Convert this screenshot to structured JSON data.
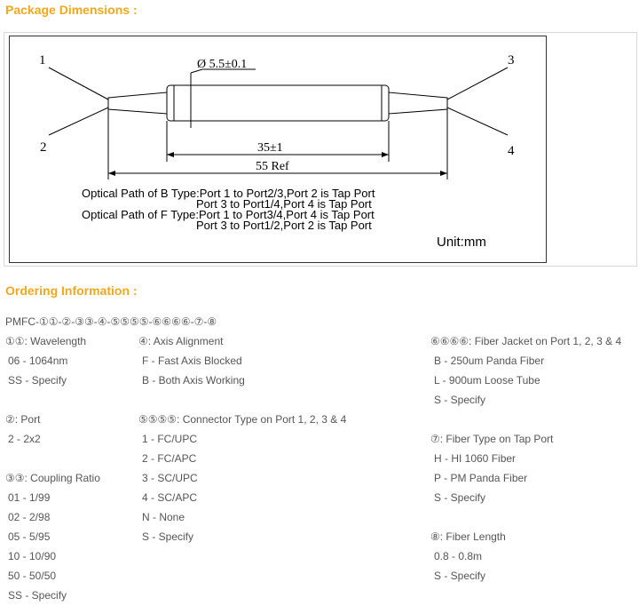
{
  "package_title": "Package Dimensions :",
  "drawing": {
    "port_labels": [
      "1",
      "2",
      "3",
      "4"
    ],
    "diameter_label": "Ø 5.5±0.1",
    "length_35": "35±1",
    "length_55": "55 Ref",
    "optical_path_lines": [
      "Optical Path of B Type:Port 1 to Port2/3,Port 2 is Tap Port",
      "Port 3 to Port1/4,Port 4 is Tap Port",
      "Optical Path of F Type:Port 1 to Port3/4,Port 4 is Tap Port",
      "Port 3 to Port1/2,Port 2 is Tap Port"
    ],
    "unit": "Unit:mm"
  },
  "ordering_title": "Ordering Information :",
  "part_code": "PMFC-①①-②-③③-④-⑤⑤⑤⑤-⑥⑥⑥⑥-⑦-⑧",
  "col1": {
    "wavelength": {
      "header": "①①: Wavelength",
      "items": [
        "06 - 1064nm",
        "SS - Specify"
      ]
    },
    "port": {
      "header": "②: Port",
      "items": [
        "2 - 2x2"
      ]
    },
    "coupling": {
      "header": "③③: Coupling Ratio",
      "items": [
        "01 - 1/99",
        "02 - 2/98",
        "05 - 5/95",
        "10 - 10/90",
        "50 - 50/50",
        "SS - Specify"
      ]
    }
  },
  "col2": {
    "axis": {
      "header": "④: Axis Alignment",
      "items": [
        "F - Fast Axis Blocked",
        "B - Both Axis Working"
      ]
    },
    "connector": {
      "header": "⑤⑤⑤⑤: Connector Type on Port 1, 2, 3 & 4",
      "items": [
        "1 - FC/UPC",
        "2 - FC/APC",
        "3 - SC/UPC",
        "4 - SC/APC",
        "N - None",
        "S - Specify"
      ]
    }
  },
  "col3": {
    "jacket": {
      "header": "⑥⑥⑥⑥: Fiber Jacket on Port 1, 2, 3 & 4",
      "items": [
        "B - 250um Panda Fiber",
        "L - 900um Loose Tube",
        "S - Specify"
      ]
    },
    "tap_fiber": {
      "header": "⑦: Fiber Type on Tap Port",
      "items": [
        "H - HI 1060 Fiber",
        "P - PM Panda Fiber",
        "S - Specify"
      ]
    },
    "length": {
      "header": "⑧: Fiber Length",
      "items": [
        "0.8 - 0.8m",
        "S - Specify"
      ]
    }
  }
}
